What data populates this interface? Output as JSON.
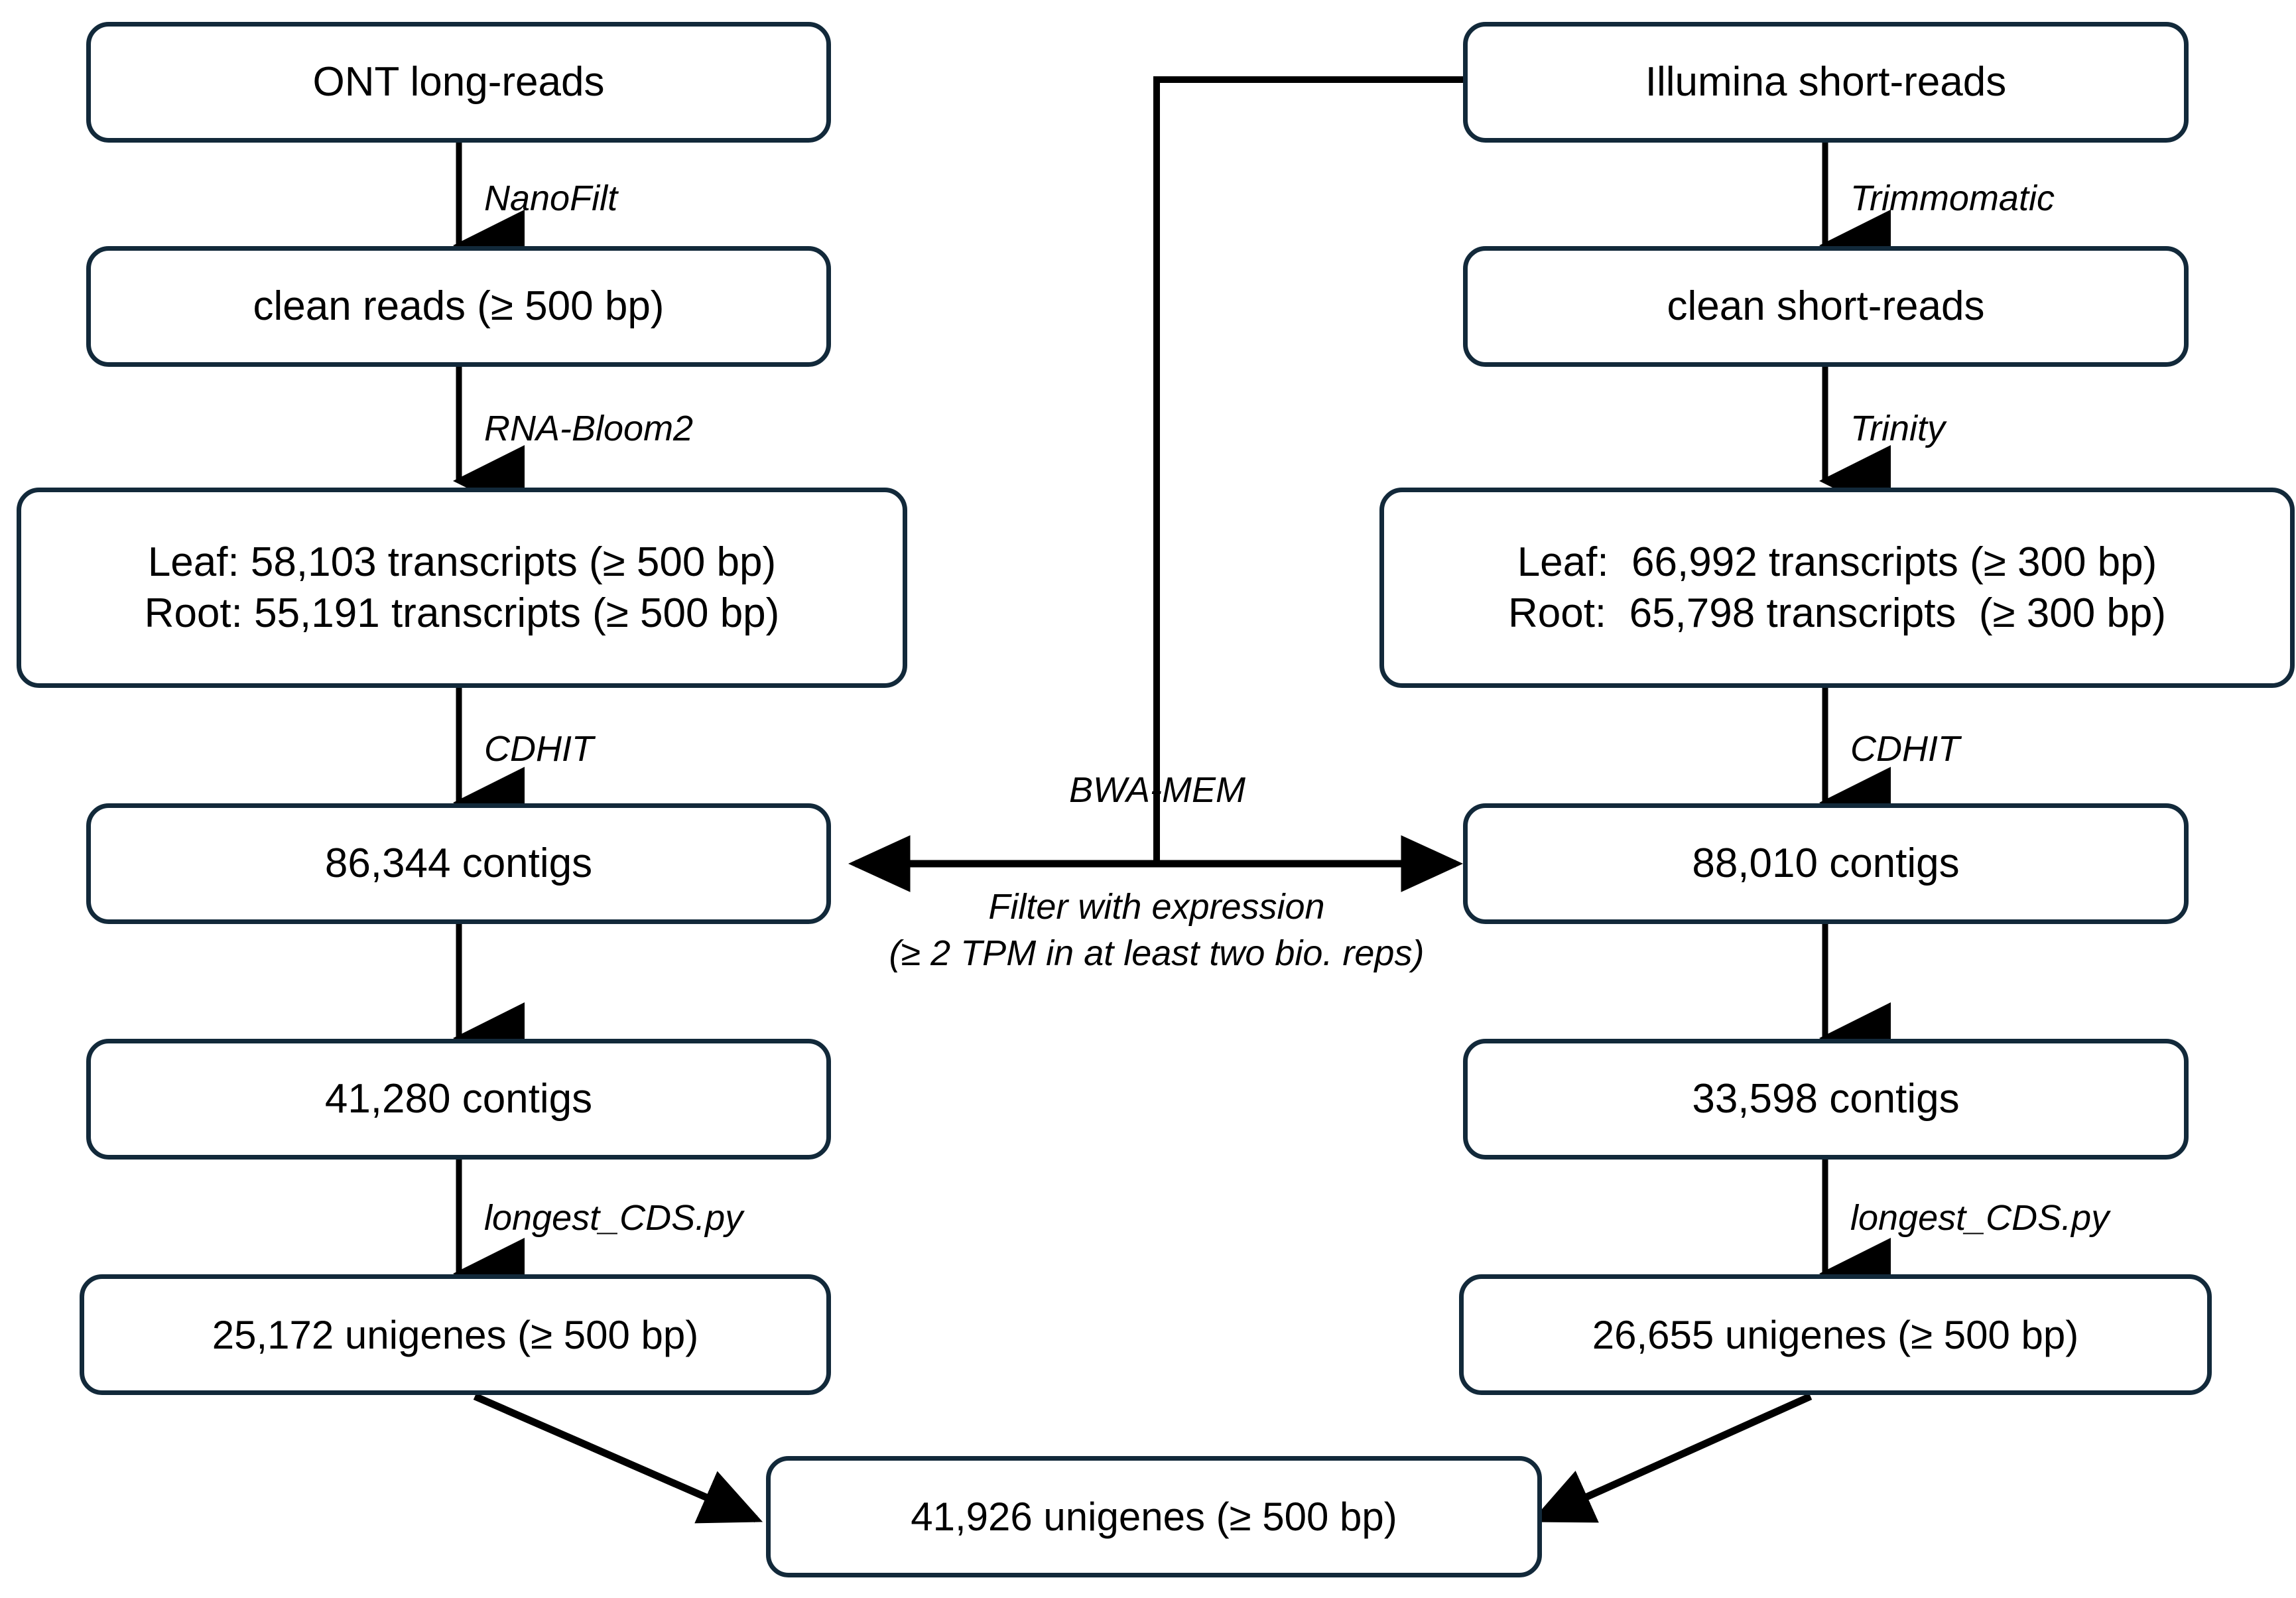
{
  "diagram": {
    "title": "Transcriptome assembly pipeline flowchart",
    "accent_border_color": "#12293a",
    "background_color": "#ffffff",
    "text_color": "#000000"
  },
  "nodes": {
    "ont_long_reads": {
      "text": "ONT long-reads"
    },
    "clean_reads_long": {
      "text": "clean reads (≥ 500 bp)"
    },
    "long_transcripts": {
      "line1": "Leaf: 58,103 transcripts (≥ 500 bp)",
      "line2": "Root: 55,191 transcripts (≥ 500 bp)"
    },
    "long_contigs": {
      "text": "86,344 contigs"
    },
    "long_contigs_filtered": {
      "text": "41,280 contigs"
    },
    "long_unigenes": {
      "text": "25,172 unigenes (≥ 500 bp)"
    },
    "illumina_short_reads": {
      "text": "Illumina short-reads"
    },
    "clean_short_reads": {
      "text": "clean short-reads"
    },
    "short_transcripts": {
      "line1": "Leaf:  66,992 transcripts (≥ 300 bp)",
      "line2": "Root:  65,798 transcripts  (≥ 300 bp)"
    },
    "short_contigs": {
      "text": "88,010 contigs"
    },
    "short_contigs_filtered": {
      "text": "33,598 contigs"
    },
    "short_unigenes": {
      "text": "26,655 unigenes (≥ 500 bp)"
    },
    "merged_unigenes": {
      "text": "41,926 unigenes (≥ 500 bp)"
    }
  },
  "edge_labels": {
    "nanofilt": "NanoFilt",
    "rna_bloom2": "RNA-Bloom2",
    "cdhit_left": "CDHIT",
    "longest_cds_left": "longest_CDS.py",
    "trimmomatic": "Trimmomatic",
    "trinity": "Trinity",
    "cdhit_right": "CDHIT",
    "longest_cds_right": "longest_CDS.py",
    "bwa_mem": "BWA-MEM",
    "filter_line1": "Filter with expression",
    "filter_line2": "(≥ 2 TPM in at least two bio. reps)"
  }
}
